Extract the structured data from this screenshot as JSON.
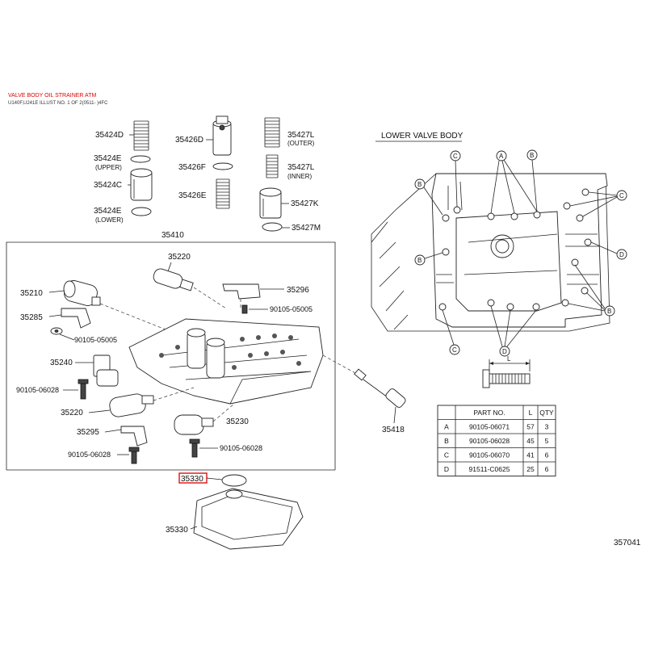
{
  "header": {
    "title": "VALVE BODY OIL STRAINER ATM",
    "subtitle": "U140F,U241E ILLUST NO. 1 OF 2(0511- )4FC"
  },
  "view_title": "LOWER VALVE BODY",
  "illustration_id": "357041",
  "parts": {
    "p35424D": "35424D",
    "p35424E_upper": "35424E",
    "note_upper": "(UPPER)",
    "p35424C": "35424C",
    "p35424E_lower": "35424E",
    "note_lower": "(LOWER)",
    "p35426D": "35426D",
    "p35426F": "35426F",
    "p35426E": "35426E",
    "p35427L_outer": "35427L",
    "note_outer": "(OUTER)",
    "p35427L_inner": "35427L",
    "note_inner": "(INNER)",
    "p35427K": "35427K",
    "p35427M": "35427M",
    "p35410": "35410",
    "p35220_top": "35220",
    "p35210": "35210",
    "p35296": "35296",
    "p35285": "35285",
    "p90105_05005_a": "90105-05005",
    "p90105_05005_b": "90105-05005",
    "p35240": "35240",
    "p90105_06028_a": "90105-06028",
    "p35220_bottom": "35220",
    "p35230": "35230",
    "p35295": "35295",
    "p90105_06028_b": "90105-06028",
    "p90105_06028_c": "90105-06028",
    "p35418": "35418",
    "p35330_highlight": "35330",
    "p35330": "35330"
  },
  "callouts": {
    "A": "A",
    "B": "B",
    "C": "C",
    "D": "D"
  },
  "bolt_dimension": "L",
  "bolt_table": {
    "headers": [
      "",
      "PART NO.",
      "L",
      "QTY"
    ],
    "rows": [
      [
        "A",
        "90105-06071",
        "57",
        "3"
      ],
      [
        "B",
        "90105-06028",
        "45",
        "5"
      ],
      [
        "C",
        "90105-06070",
        "41",
        "6"
      ],
      [
        "D",
        "91511-C0625",
        "25",
        "6"
      ]
    ]
  },
  "colors": {
    "highlight": "#e02020",
    "title_red": "#dd0000"
  }
}
